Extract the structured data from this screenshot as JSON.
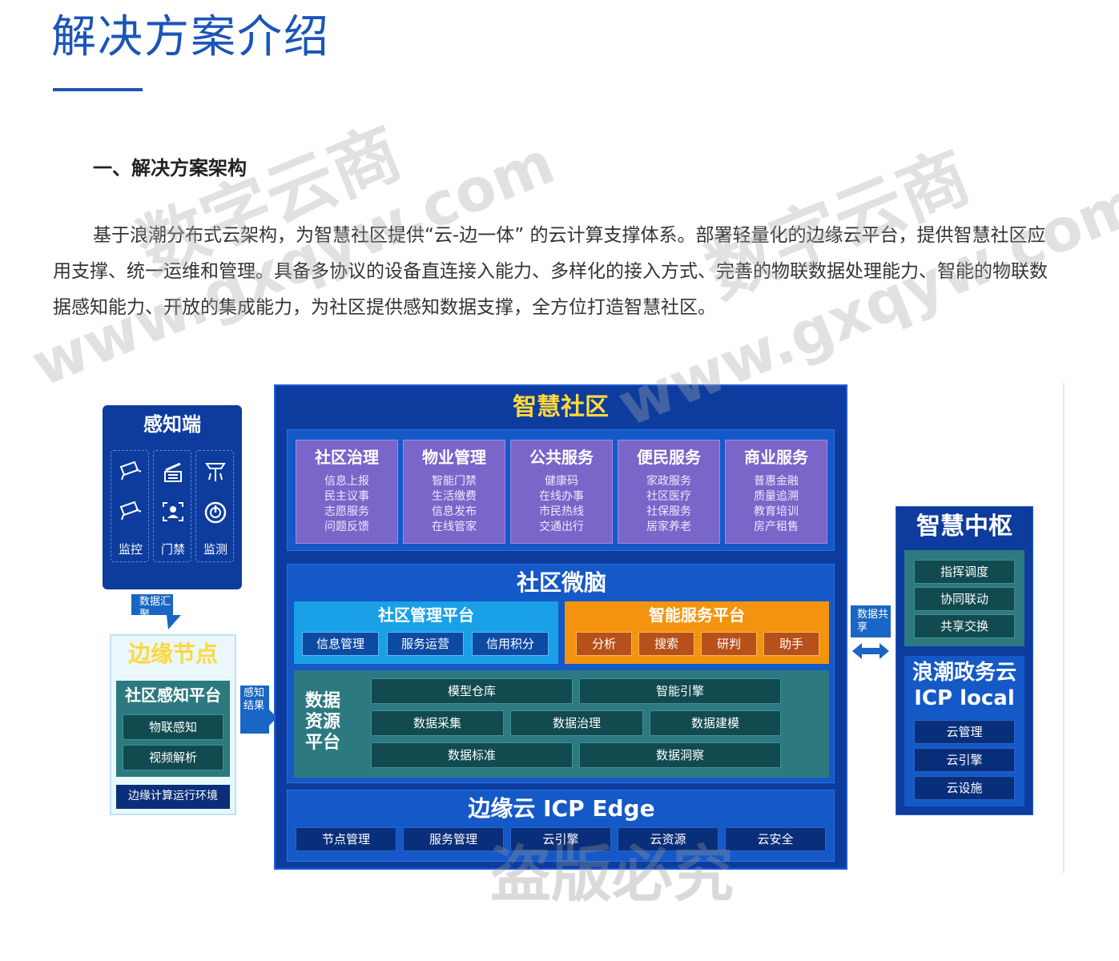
{
  "page": {
    "title": "解决方案介绍",
    "section": "一、解决方案架构",
    "paragraph": "基于浪潮分布式云架构，为智慧社区提供“云-边一体” 的云计算支撑体系。部署轻量化的边缘云平台，提供智慧社区应用支撑、统一运维和管理。具备多协议的设备直连接入能力、多样化的接入方式、完善的物联数据处理能力、智能的物联数据感知能力、开放的集成能力，为社区提供感知数据支撑，全方位打造智慧社区。",
    "watermark_cn": "数字云商",
    "watermark_url": "www.gxqyw.com",
    "watermark_bottom": "盗版必究"
  },
  "diagram": {
    "main_title": "智慧社区",
    "apps": [
      {
        "title": "社区治理",
        "items": [
          "信息上报",
          "民主议事",
          "志愿服务",
          "问题反馈"
        ]
      },
      {
        "title": "物业管理",
        "items": [
          "智能门禁",
          "生活缴费",
          "信息发布",
          "在线管家"
        ]
      },
      {
        "title": "公共服务",
        "items": [
          "健康码",
          "在线办事",
          "市民热线",
          "交通出行"
        ]
      },
      {
        "title": "便民服务",
        "items": [
          "家政服务",
          "社区医疗",
          "社保服务",
          "居家养老"
        ]
      },
      {
        "title": "商业服务",
        "items": [
          "普惠金融",
          "质量追溯",
          "教育培训",
          "房产租售"
        ]
      }
    ],
    "brain": {
      "title": "社区微脑",
      "mgmt": {
        "title": "社区管理平台",
        "items": [
          "信息管理",
          "服务运营",
          "信用积分"
        ]
      },
      "smart": {
        "title": "智能服务平台",
        "items": [
          "分析",
          "搜索",
          "研判",
          "助手"
        ]
      },
      "data": {
        "title": "数据资源平台",
        "row1": [
          "模型仓库",
          "智能引擎"
        ],
        "row2": [
          "数据采集",
          "数据治理",
          "数据建模"
        ],
        "row3": [
          "数据标准",
          "数据洞察"
        ]
      }
    },
    "edge_cloud": {
      "title": "边缘云 ICP Edge",
      "items": [
        "节点管理",
        "服务管理",
        "云引擎",
        "云资源",
        "云安全"
      ]
    },
    "sense": {
      "title": "感知端",
      "labels": [
        "监控",
        "门禁",
        "监测"
      ],
      "icons": [
        "camera-icon",
        "camera-icon",
        "gate-icon",
        "face-id-icon",
        "streetlight-icon",
        "gauge-icon"
      ]
    },
    "arrow_data_collect": "数据汇聚",
    "arrow_sense_result": "感知结果",
    "arrow_data_share": "数据共享",
    "edge_node": {
      "title": "边缘节点",
      "platform": "社区感知平台",
      "items": [
        "物联感知",
        "视频解析"
      ],
      "runtime": "边缘计算运行环境"
    },
    "hub": {
      "title": "智慧中枢",
      "items": [
        "指挥调度",
        "协同联动",
        "共享交换"
      ],
      "cloud_title1": "浪潮政务云",
      "cloud_title2": "ICP local",
      "cloud_items": [
        "云管理",
        "云引擎",
        "云设施"
      ]
    }
  },
  "colors": {
    "title_blue": "#1a55b8",
    "diagram_navy": "#0d3c9e",
    "header_yellow": "#ffd83a",
    "app_purple": "#7a65c9",
    "mgmt_cyan": "#1aa0e6",
    "smart_orange": "#f4940e",
    "data_teal": "#2c7a80"
  }
}
